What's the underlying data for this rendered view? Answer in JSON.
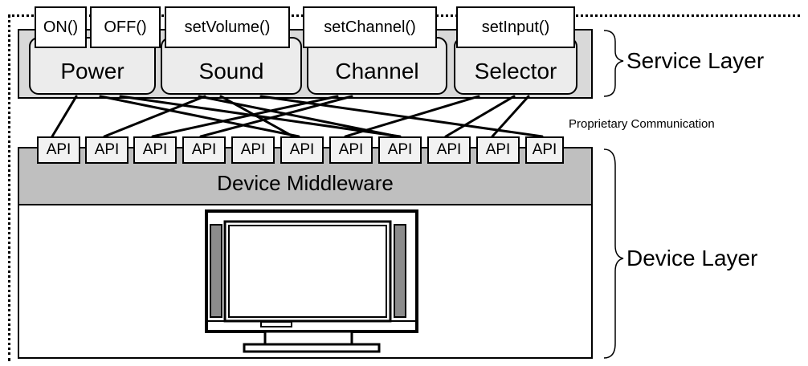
{
  "service_layer": {
    "label": "Service Layer",
    "services": [
      {
        "name": "Power",
        "methods": [
          "ON()",
          "OFF()"
        ]
      },
      {
        "name": "Sound",
        "methods": [
          "setVolume()"
        ]
      },
      {
        "name": "Channel",
        "methods": [
          "setChannel()"
        ]
      },
      {
        "name": "Selector",
        "methods": [
          "setInput()"
        ]
      }
    ]
  },
  "communication_label": "Proprietary Communication",
  "device_layer": {
    "label": "Device Layer",
    "middleware_label": "Device Middleware",
    "api_label": "API",
    "api_count": 11,
    "device_icon": "tv-icon"
  },
  "colors": {
    "service_layer_bg": "#d9d9d9",
    "service_bg": "#ececec",
    "middleware_bg": "#bfbfbf",
    "api_bg": "#f2f2f2",
    "speaker_fill": "#8c8c8c"
  }
}
